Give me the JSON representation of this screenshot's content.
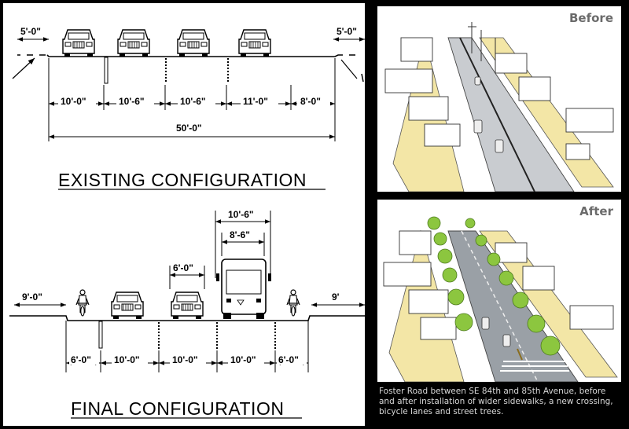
{
  "existing": {
    "heading": "EXISTING CONFIGURATION",
    "sidewalk_left": "5'-0\"",
    "sidewalk_right": "5'-0\"",
    "lanes": [
      "10'-0\"",
      "10'-6\"",
      "10'-6\"",
      "11'-0\"",
      "8'-0\""
    ],
    "total": "50'-0\""
  },
  "final": {
    "heading": "FINAL CONFIGURATION",
    "sidewalk_left": "9'-0\"",
    "sidewalk_right": "9'",
    "bus_width": "10'-6\"",
    "bus_inner": "8'-6\"",
    "car_width": "6'-0\"",
    "lanes": [
      "6'-0\"",
      "10'-0\"",
      "10'-0\"",
      "10'-0\"",
      "6'-0\""
    ]
  },
  "before": {
    "label": "Before"
  },
  "after": {
    "label": "After"
  },
  "caption": "Foster Road between SE 84th and 85th Avenue, before and after installation of wider sidewalks, a new crossing, bicycle lanes and street trees.",
  "colors": {
    "tree": "#8cc63f",
    "sidewalk": "#f3e6a6",
    "road": "#9aa0a6",
    "paper": "#ffffff"
  }
}
